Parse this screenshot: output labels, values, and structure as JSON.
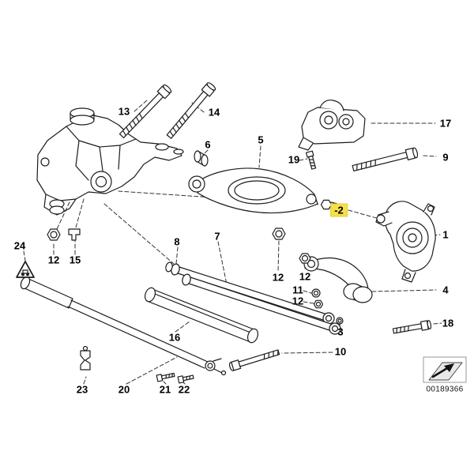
{
  "diagram": {
    "highlight_color": "#F6E049",
    "image_number": "00189366",
    "icons": {
      "stamp": "page-arrow-icon",
      "caution": "warning-triangle-icon"
    },
    "labels": [
      {
        "text": "13"
      },
      {
        "text": "14"
      },
      {
        "text": "17"
      },
      {
        "text": "6"
      },
      {
        "text": "5"
      },
      {
        "text": "19"
      },
      {
        "text": "9"
      },
      {
        "text": "-2",
        "highlighted": true
      },
      {
        "text": "1"
      },
      {
        "text": "24"
      },
      {
        "text": "12"
      },
      {
        "text": "15"
      },
      {
        "text": "8"
      },
      {
        "text": "7"
      },
      {
        "text": "12"
      },
      {
        "text": "12"
      },
      {
        "text": "11"
      },
      {
        "text": "12"
      },
      {
        "text": "4"
      },
      {
        "text": "16"
      },
      {
        "text": "3"
      },
      {
        "text": "18"
      },
      {
        "text": "10"
      },
      {
        "text": "23"
      },
      {
        "text": "20"
      },
      {
        "text": "21"
      },
      {
        "text": "22"
      }
    ]
  }
}
